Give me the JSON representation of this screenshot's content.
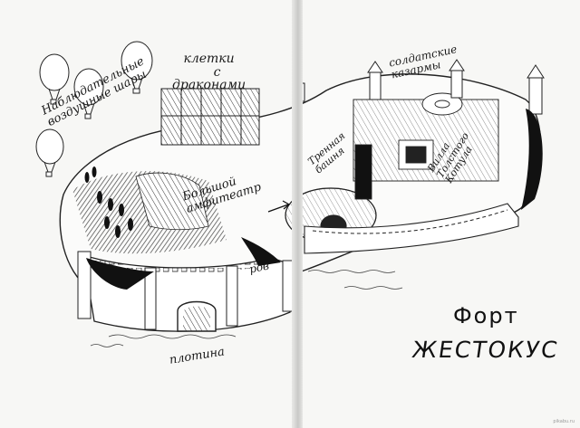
{
  "map": {
    "title_line1": "Форт",
    "title_line2": "ЖЕСТОКУС",
    "labels": {
      "balloons": "Наблюдательные воздушные шары",
      "balloons_line1": "Наблюдательные",
      "balloons_line2": "воздушные шары",
      "cages_line1": "клетки",
      "cages_line2": "с",
      "cages_line3": "драконами",
      "arena_line1": "Большой",
      "arena_line2": "амфитеатр",
      "training_line1": "Тренная",
      "training_line2": "башня",
      "barracks_line1": "солдатские",
      "barracks_line2": "казармы",
      "villa_line1": "Вилла",
      "villa_line2": "Толстого",
      "villa_line3": "Котула",
      "moat": "ров",
      "dam": "плотина"
    },
    "watermark": "pikabu.ru",
    "colors": {
      "ink": "#111111",
      "paper": "#f7f7f5",
      "spine": "#c8c8c6"
    }
  }
}
